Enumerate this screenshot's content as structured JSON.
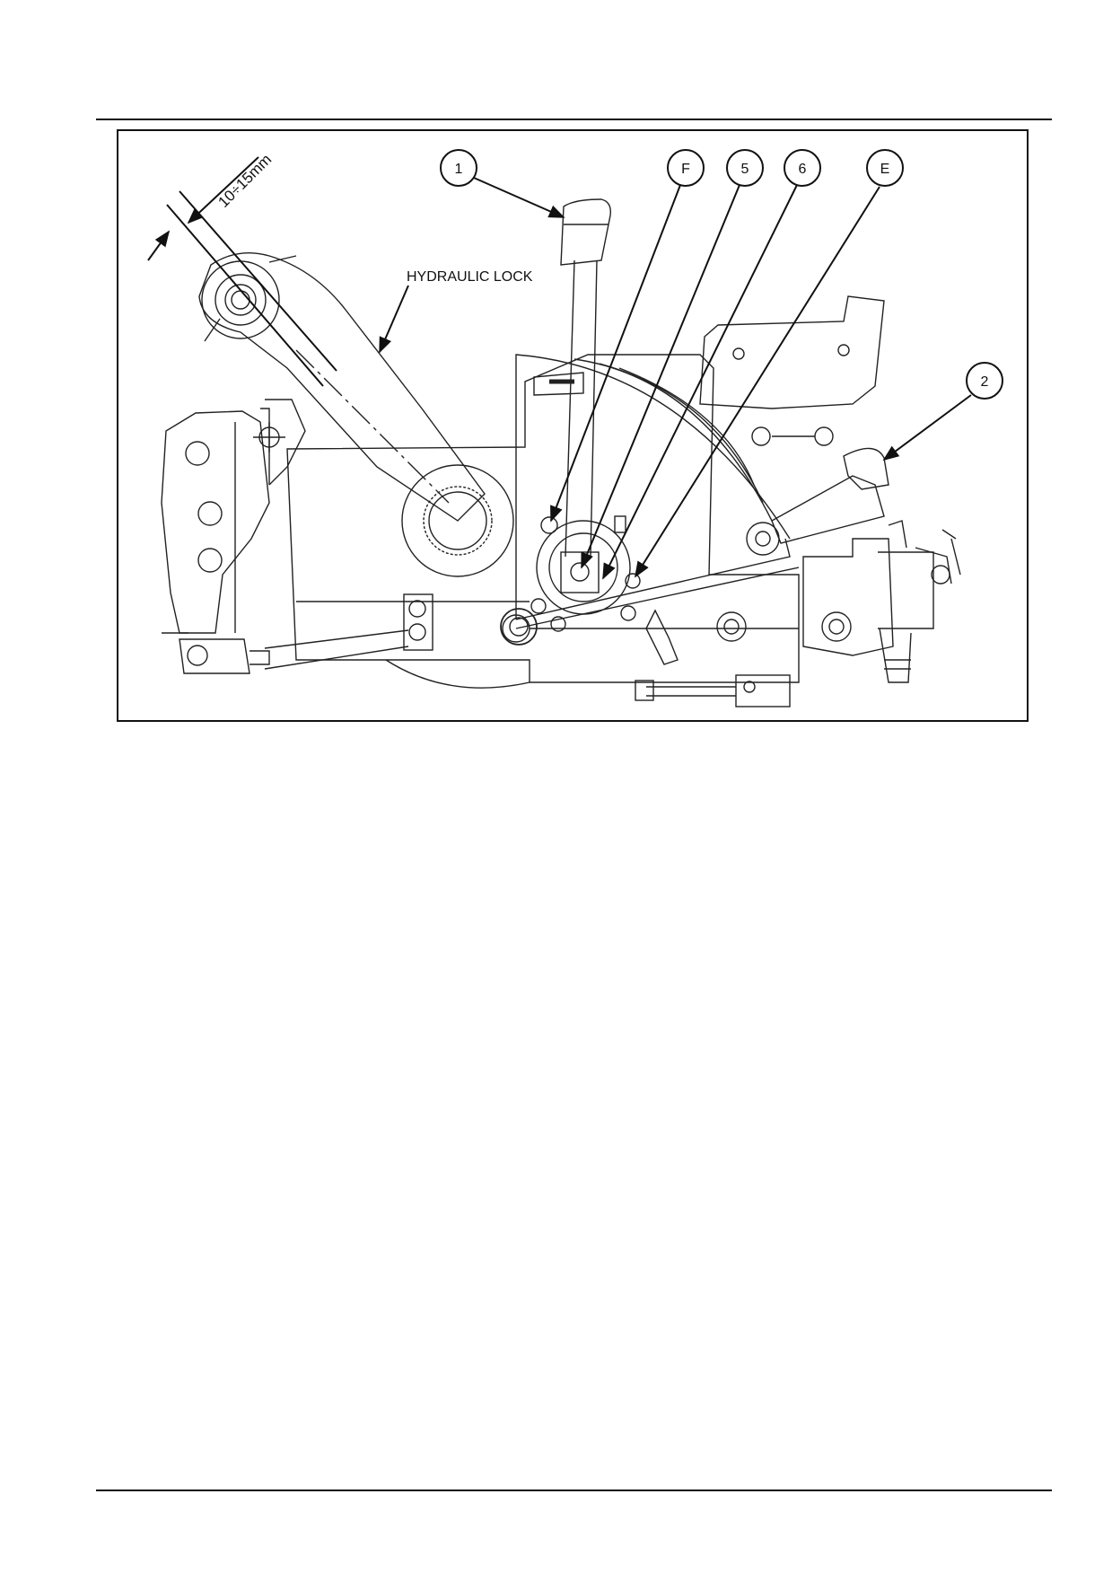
{
  "figure": {
    "dimension_label": "10÷15mm",
    "callout_text": "HYDRAULIC LOCK",
    "callouts": [
      {
        "id": "callout-1",
        "label": "1"
      },
      {
        "id": "callout-F",
        "label": "F"
      },
      {
        "id": "callout-5",
        "label": "5"
      },
      {
        "id": "callout-6",
        "label": "6"
      },
      {
        "id": "callout-E",
        "label": "E"
      },
      {
        "id": "callout-2",
        "label": "2"
      }
    ]
  }
}
